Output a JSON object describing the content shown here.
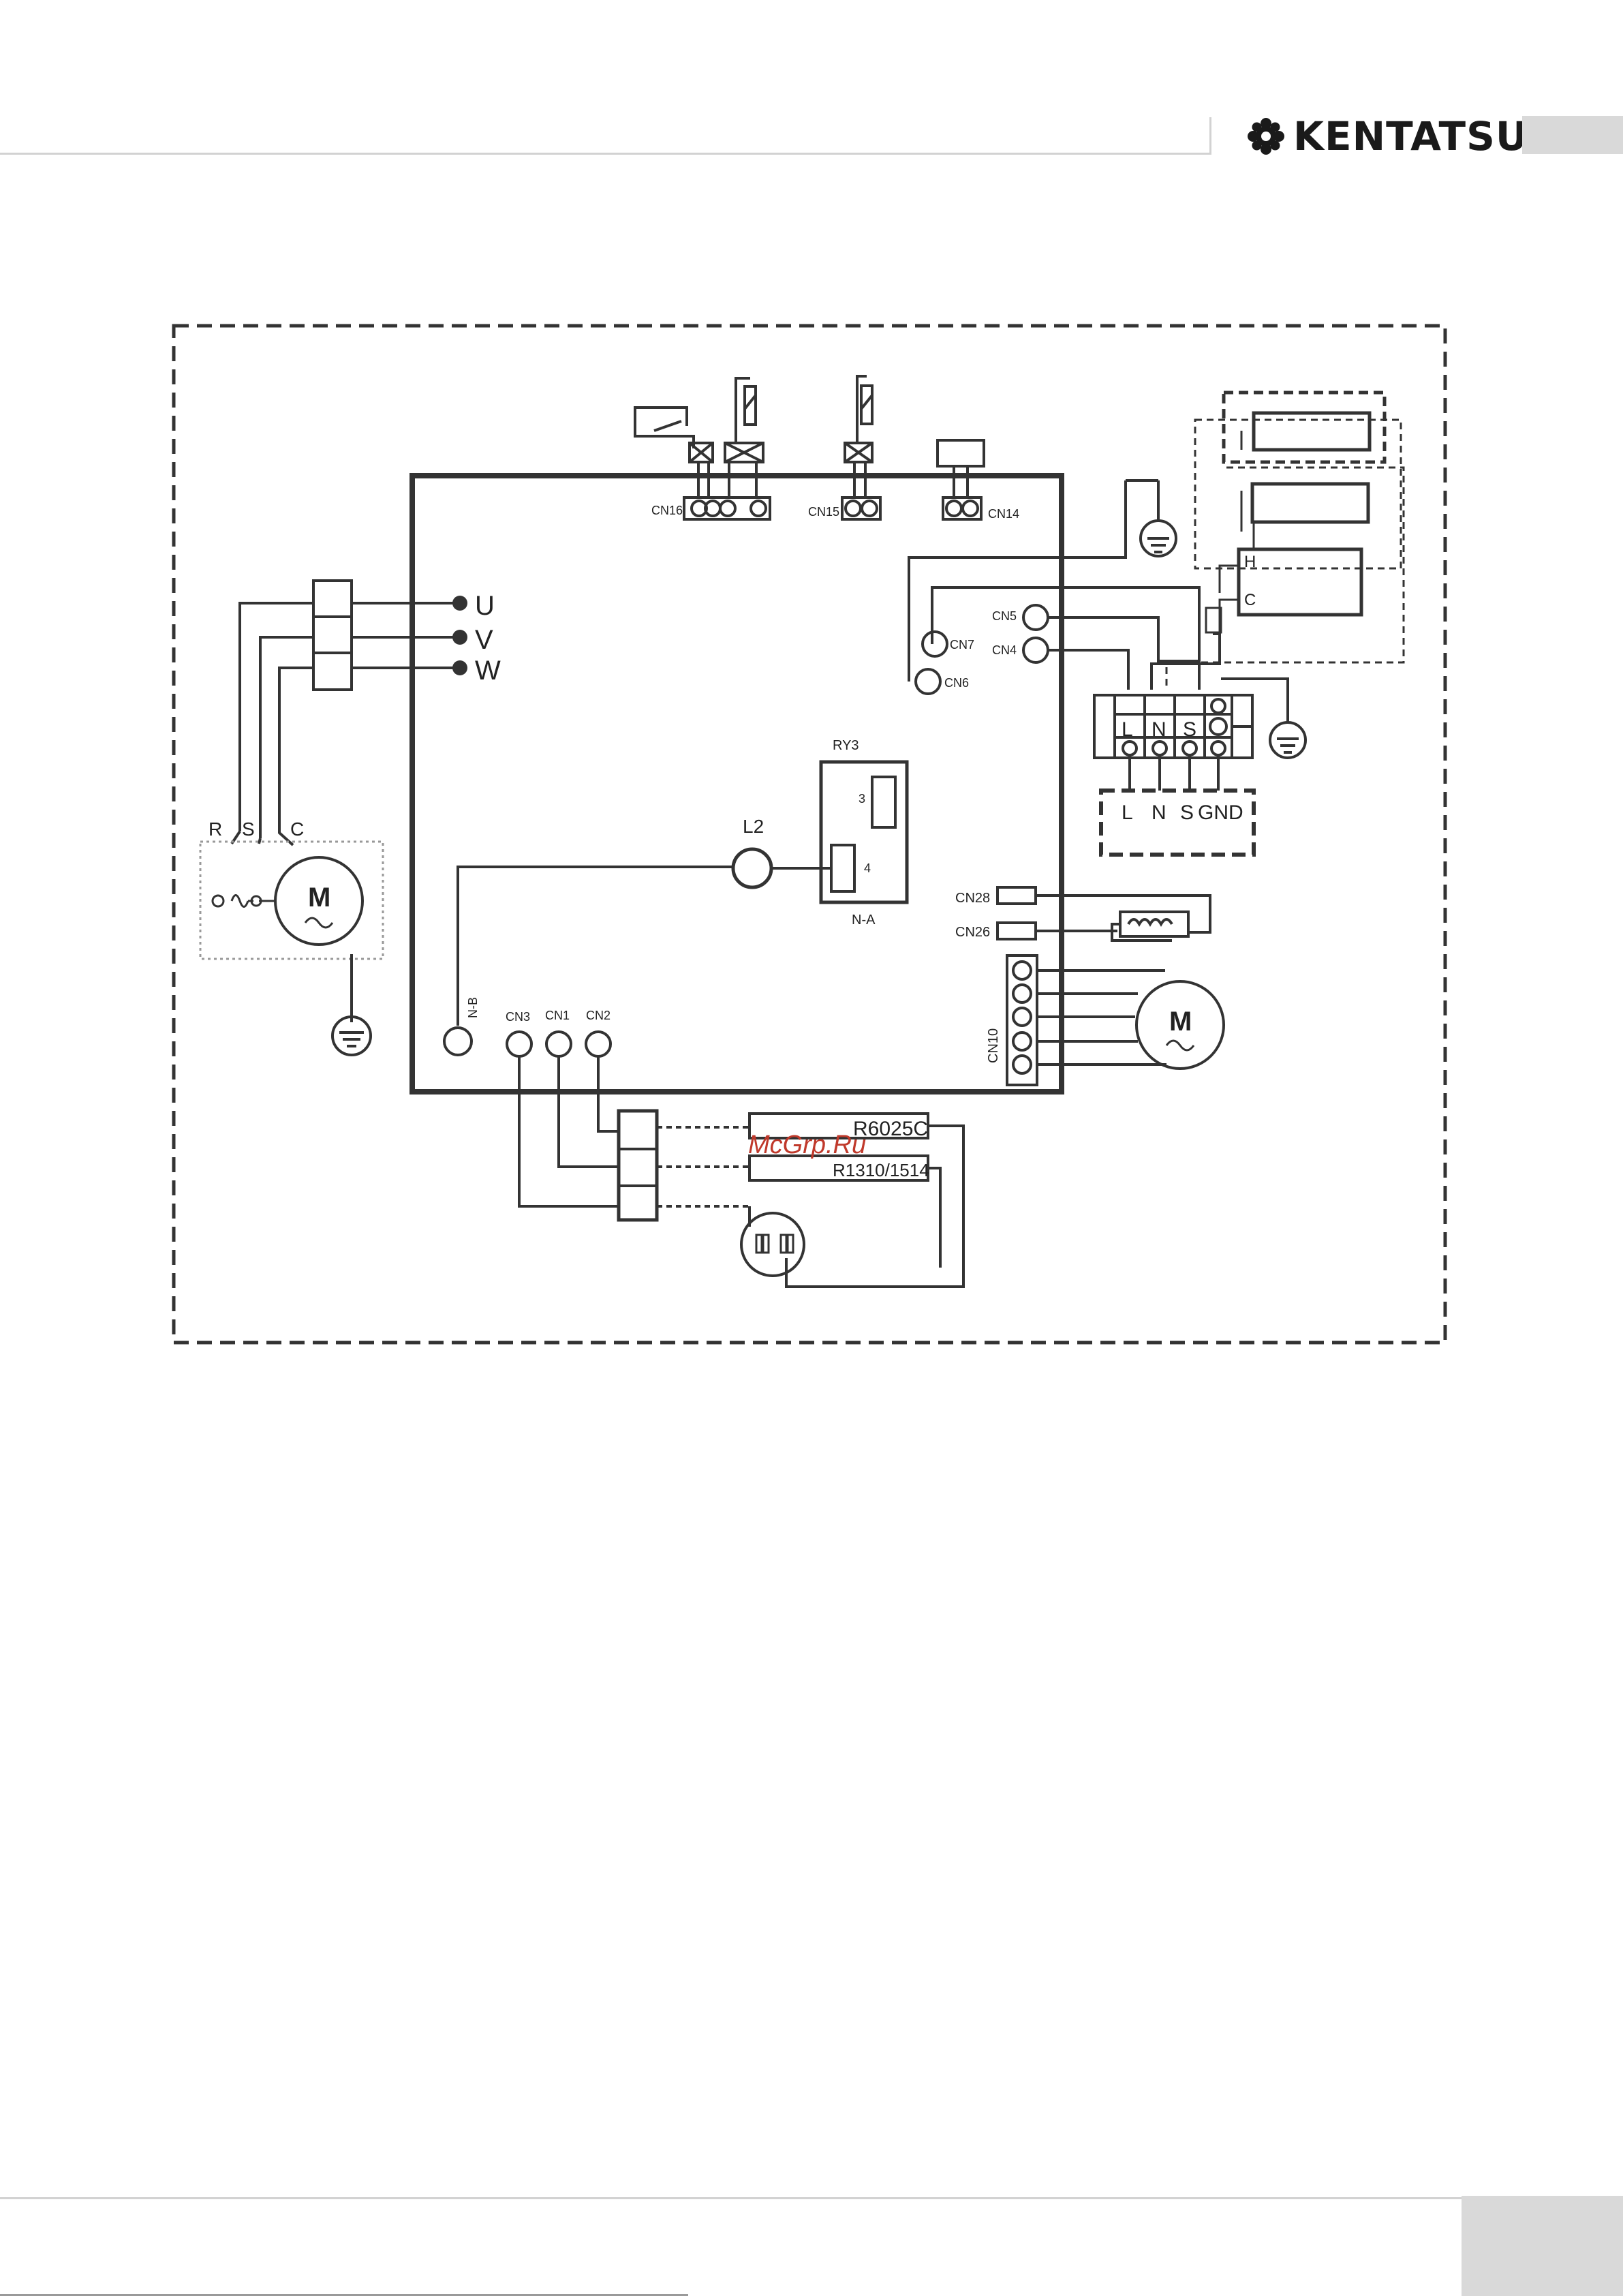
{
  "header": {
    "brand_name": "KENTATSU",
    "logo_icon": "gear-flower-icon"
  },
  "diagram": {
    "connectors": {
      "cn16": "CN16",
      "cn15": "CN15",
      "cn14": "CN14",
      "cn5": "CN5",
      "cn7": "CN7",
      "cn4": "CN4",
      "cn6": "CN6",
      "cn28": "CN28",
      "cn26": "CN26",
      "cn10": "CN10",
      "cn3": "CN3",
      "cn1": "CN1",
      "cn2": "CN2"
    },
    "compressor_terminals": [
      "U",
      "V",
      "W"
    ],
    "compressor_leads": [
      "R",
      "S",
      "C"
    ],
    "motor_symbol": "M",
    "relay": {
      "name": "RY3",
      "pin3": "3",
      "pin4": "4",
      "label": "N-A"
    },
    "inductor": "L2",
    "nb_label": "N-B",
    "terminal_block": [
      "L",
      "N",
      "S"
    ],
    "outdoor_terminals": [
      "L",
      "N",
      "S",
      "GND"
    ],
    "capacitor_labels": {
      "h": "H",
      "c": "C"
    },
    "resistor_labels": {
      "r1": "R6025C",
      "r2": "R1310/1514"
    },
    "watermark": "McGrp.Ru"
  }
}
